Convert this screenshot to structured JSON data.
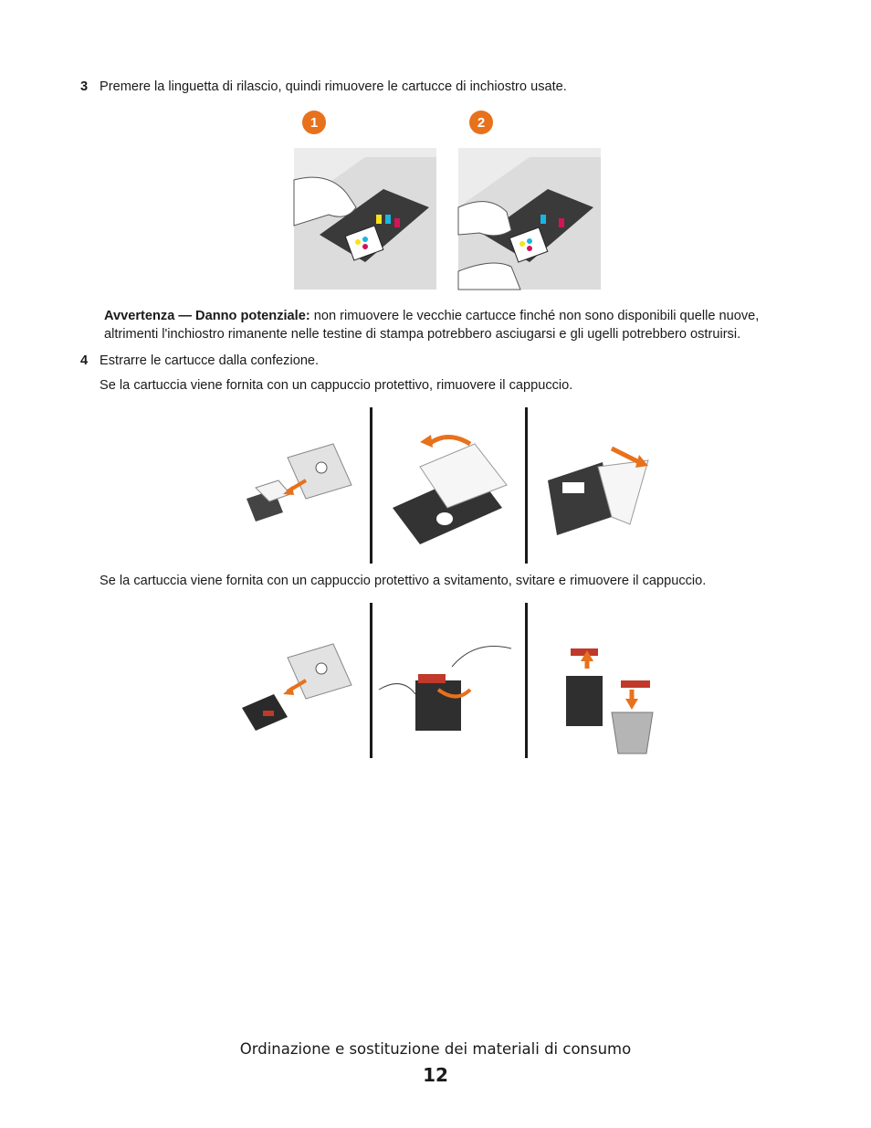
{
  "step3": {
    "number": "3",
    "text": "Premere la linguetta di rilascio, quindi rimuovere le cartucce di inchiostro usate.",
    "badge1": "1",
    "badge2": "2"
  },
  "warning": {
    "label": "Avvertenza — Danno potenziale:",
    "text": " non rimuovere le vecchie cartucce finché non sono disponibili quelle nuove, altrimenti l'inchiostro rimanente nelle testine di stampa potrebbero asciugarsi e gli ugelli potrebbero ostruirsi."
  },
  "step4": {
    "number": "4",
    "text": "Estrarre le cartucce dalla confezione.",
    "sub1": "Se la cartuccia viene fornita con un cappuccio protettivo, rimuovere il cappuccio.",
    "sub2": "Se la cartuccia viene fornita con un cappuccio protettivo a svitamento, svitare e rimuovere il cappuccio."
  },
  "footer": {
    "title": "Ordinazione e sostituzione dei materiali di consumo",
    "page": "12"
  },
  "colors": {
    "accent": "#e8711c",
    "ink_black": "#222222",
    "cyan": "#19b6e0",
    "yellow": "#f7e21a",
    "magenta": "#d4145a"
  }
}
